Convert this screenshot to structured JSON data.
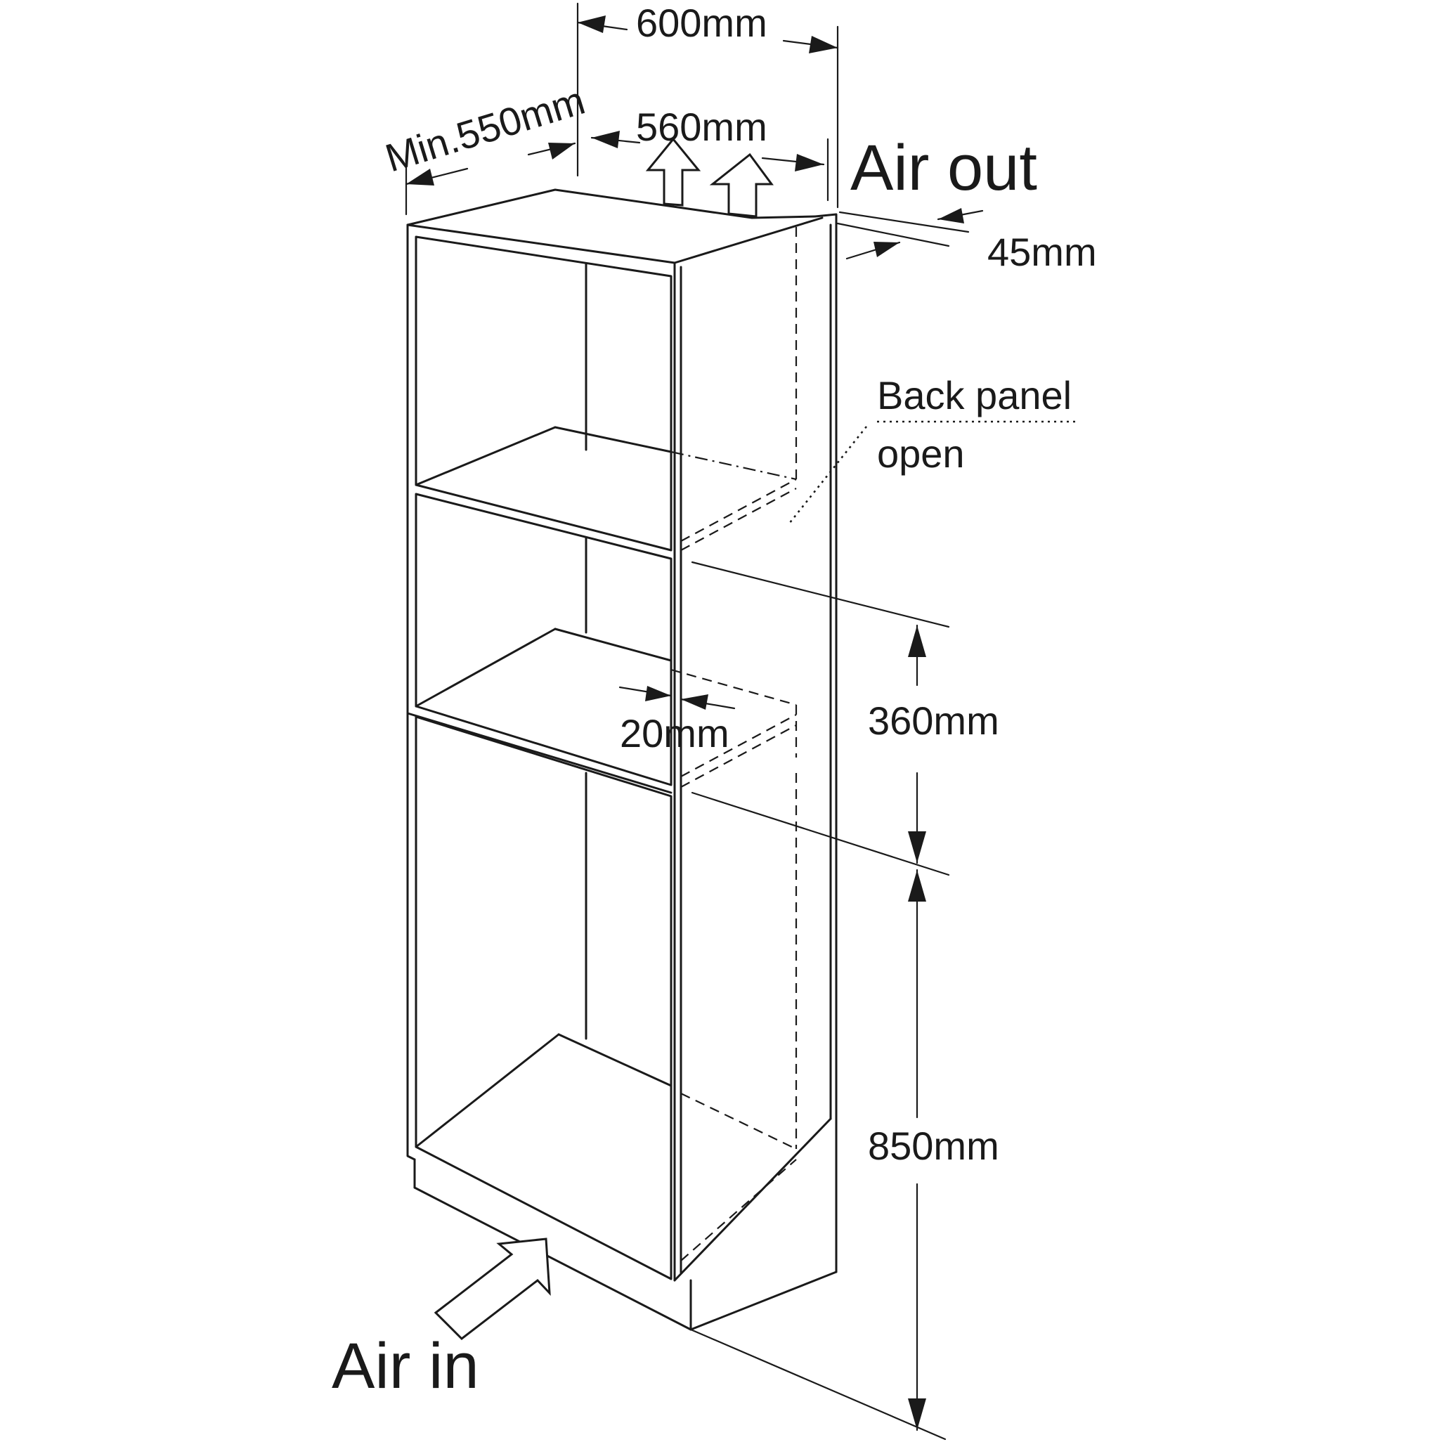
{
  "dimensions": {
    "overall_width": "600mm",
    "inner_width": "560mm",
    "min_depth": "Min.550mm",
    "back_gap": "45mm",
    "shelf_gap": "20mm",
    "opening_height": "360mm",
    "base_height": "850mm"
  },
  "airflow": {
    "out_label": "Air out",
    "in_label": "Air in"
  },
  "notes": {
    "back_panel_line1": "Back panel",
    "back_panel_line2": "open"
  }
}
